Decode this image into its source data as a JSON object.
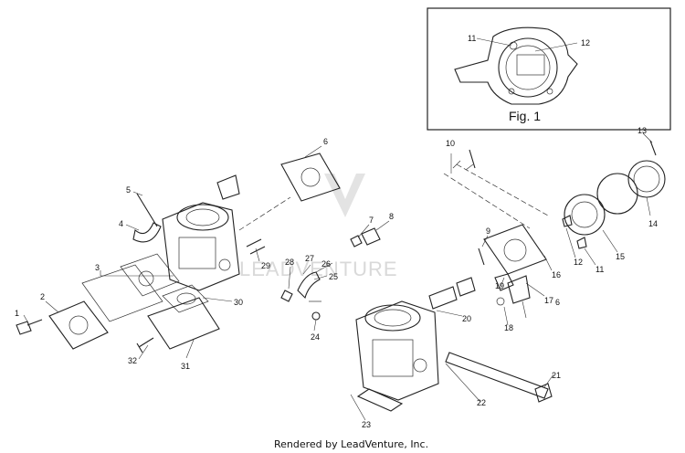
{
  "watermark": "LEADVENTURE",
  "footer": "Rendered by LeadVenture, Inc.",
  "inset": {
    "caption": "Fig. 1",
    "labels": [
      "11",
      "12"
    ]
  },
  "callouts": [
    {
      "id": "c1",
      "text": "1"
    },
    {
      "id": "c2",
      "text": "2"
    },
    {
      "id": "c3",
      "text": "3"
    },
    {
      "id": "c4",
      "text": "4"
    },
    {
      "id": "c5",
      "text": "5"
    },
    {
      "id": "c6a",
      "text": "6"
    },
    {
      "id": "c6b",
      "text": "6"
    },
    {
      "id": "c7",
      "text": "7"
    },
    {
      "id": "c8",
      "text": "8"
    },
    {
      "id": "c9",
      "text": "9"
    },
    {
      "id": "c10",
      "text": "10"
    },
    {
      "id": "c11",
      "text": "11"
    },
    {
      "id": "c12",
      "text": "12"
    },
    {
      "id": "c13",
      "text": "13"
    },
    {
      "id": "c14",
      "text": "14"
    },
    {
      "id": "c15",
      "text": "15"
    },
    {
      "id": "c16",
      "text": "16"
    },
    {
      "id": "c17",
      "text": "17"
    },
    {
      "id": "c18",
      "text": "18"
    },
    {
      "id": "c19",
      "text": "19"
    },
    {
      "id": "c20",
      "text": "20"
    },
    {
      "id": "c21",
      "text": "21"
    },
    {
      "id": "c22",
      "text": "22"
    },
    {
      "id": "c23",
      "text": "23"
    },
    {
      "id": "c24",
      "text": "24"
    },
    {
      "id": "c25",
      "text": "25"
    },
    {
      "id": "c26",
      "text": "26"
    },
    {
      "id": "c27",
      "text": "27"
    },
    {
      "id": "c28",
      "text": "28"
    },
    {
      "id": "c29",
      "text": "29"
    },
    {
      "id": "c30",
      "text": "30"
    },
    {
      "id": "c31",
      "text": "31"
    },
    {
      "id": "c32",
      "text": "32"
    }
  ]
}
